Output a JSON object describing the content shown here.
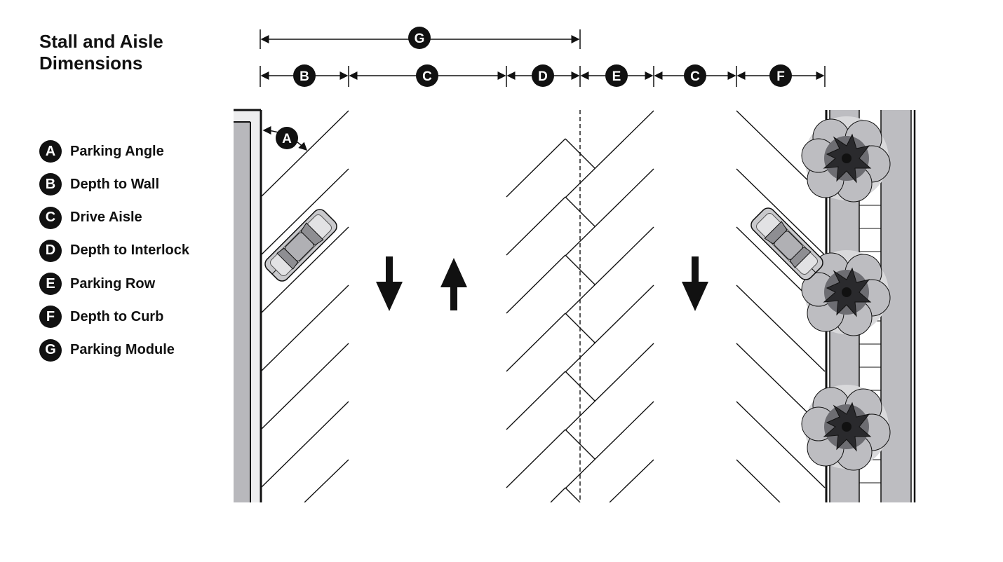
{
  "title_line1": "Stall and Aisle",
  "title_line2": "Dimensions",
  "legend": [
    {
      "letter": "A",
      "label": "Parking Angle"
    },
    {
      "letter": "B",
      "label": "Depth to Wall"
    },
    {
      "letter": "C",
      "label": "Drive Aisle"
    },
    {
      "letter": "D",
      "label": "Depth to Interlock"
    },
    {
      "letter": "E",
      "label": "Parking Row"
    },
    {
      "letter": "F",
      "label": "Depth to Curb"
    },
    {
      "letter": "G",
      "label": "Parking Module"
    }
  ],
  "dimension_badges": {
    "module": "G",
    "wall": "B",
    "aisle_1": "C",
    "interlock": "D",
    "row": "E",
    "aisle_2": "C",
    "curb": "F",
    "angle": "A"
  },
  "traffic_arrows": [
    "down",
    "up",
    "down"
  ],
  "colors": {
    "ink": "#111111",
    "wall_fill": "#b8b8bc",
    "curb_fill": "#bdbdc1",
    "tree_fill": "#9a9a9e"
  }
}
